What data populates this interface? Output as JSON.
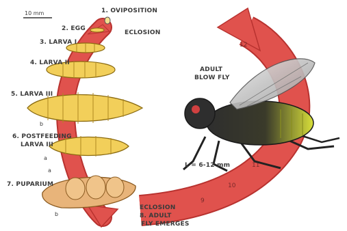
{
  "scale_bar": "10 mm",
  "stages": {
    "s1": "1. OVIPOSITION",
    "s2": "2. EGG",
    "s3": "3. LARVA I",
    "s4": "4. LARVA II",
    "s5": "5. LARVA III",
    "s6_line1": "6. POSTFEEDING",
    "s6_line2": "LARVA III",
    "s7": "7. PUPARIUM",
    "s8_line1": "ECLOSION",
    "s8_line2": "8. ADULT",
    "s8_line3": "FLY EMERGES"
  },
  "eclosion_top": "ECLOSION",
  "adult_label_line1": "ADULT",
  "adult_label_line2": "BLOW FLY",
  "fly_length": "L = 6-12 mm",
  "marker_a": "a",
  "marker_b": "b",
  "arrow_numbers": [
    "12",
    "11",
    "10",
    "9"
  ],
  "colors": {
    "arrow": "#e0524d",
    "arrow_edge": "#b8322f",
    "larva": "#f2cf5a",
    "puparium": "#e8b47a",
    "fly_body": "#2e2e2e",
    "fly_abdomen": "#d8df3a"
  }
}
